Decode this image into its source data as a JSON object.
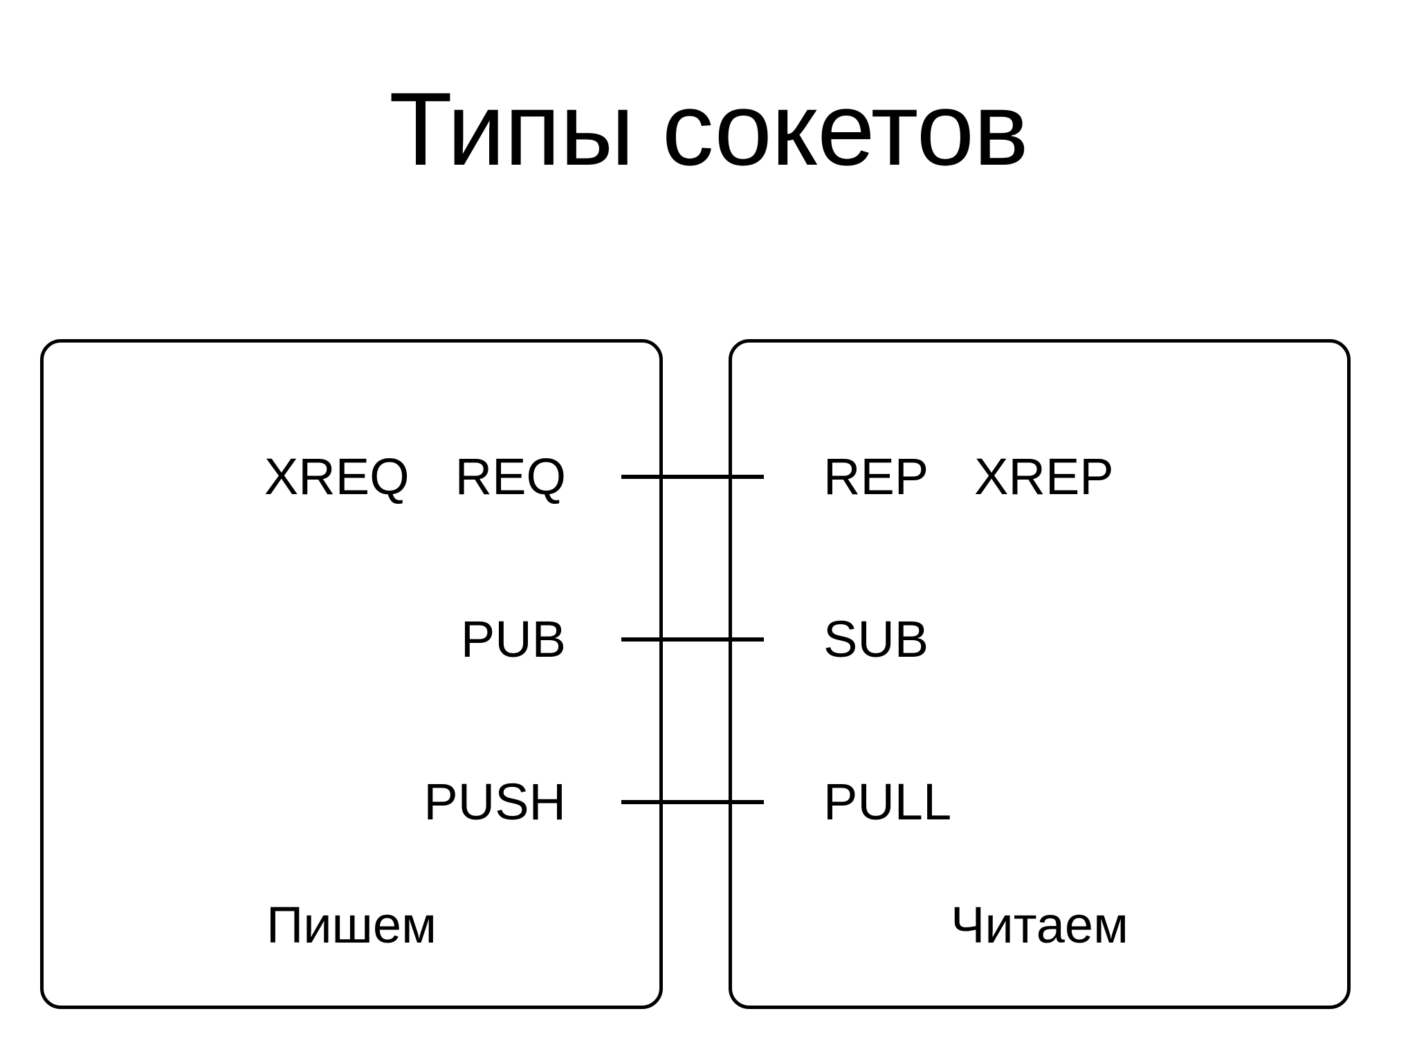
{
  "slide": {
    "title": "Типы сокетов",
    "background_color": "#ffffff",
    "line_color": "#000000",
    "text_color": "#000000"
  },
  "panels": {
    "write": {
      "caption": "Пишем",
      "rows": [
        {
          "labels": [
            "XREQ",
            "REQ"
          ]
        },
        {
          "labels": [
            "PUB"
          ]
        },
        {
          "labels": [
            "PUSH"
          ]
        }
      ]
    },
    "read": {
      "caption": "Читаем",
      "rows": [
        {
          "labels": [
            "REP",
            "XREP"
          ]
        },
        {
          "labels": [
            "SUB"
          ]
        },
        {
          "labels": [
            "PULL"
          ]
        }
      ]
    }
  },
  "sockets": {
    "xreq": "XREQ",
    "req": "REQ",
    "pub": "PUB",
    "push": "PUSH",
    "rep": "REP",
    "xrep": "XREP",
    "sub": "SUB",
    "pull": "PULL"
  },
  "pairs": [
    {
      "write": "REQ",
      "read": "REP"
    },
    {
      "write": "PUB",
      "read": "SUB"
    },
    {
      "write": "PUSH",
      "read": "PULL"
    }
  ]
}
